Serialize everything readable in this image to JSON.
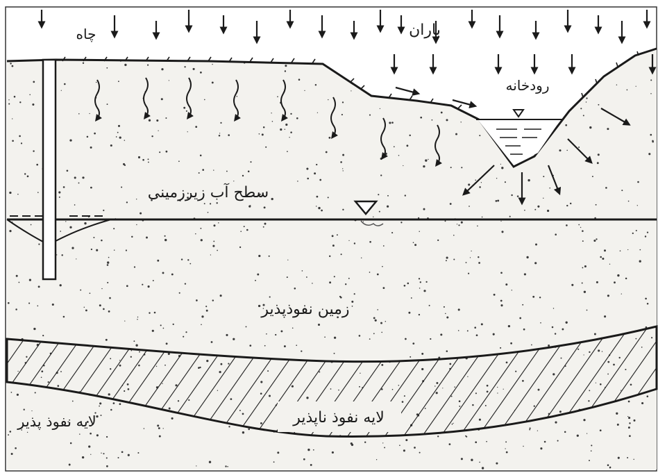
{
  "labels": {
    "well": "چاه",
    "rain": "باران",
    "river": "رودخانه",
    "water_table": "سطح آب زیرزمینی",
    "permeable_ground": "زمین نفوذپذیر",
    "impermeable_layer": "لایه نفوذ ناپذیر",
    "permeable_layer": "لایه نفوذ پذیر"
  },
  "colors": {
    "ink": "#1a1a1a",
    "ground": "#f3f2ee",
    "background": "#ffffff",
    "frame": "#333333"
  },
  "icons": {
    "rain_drops": "down-arrow",
    "water_level_marker": "inverted-triangle"
  }
}
